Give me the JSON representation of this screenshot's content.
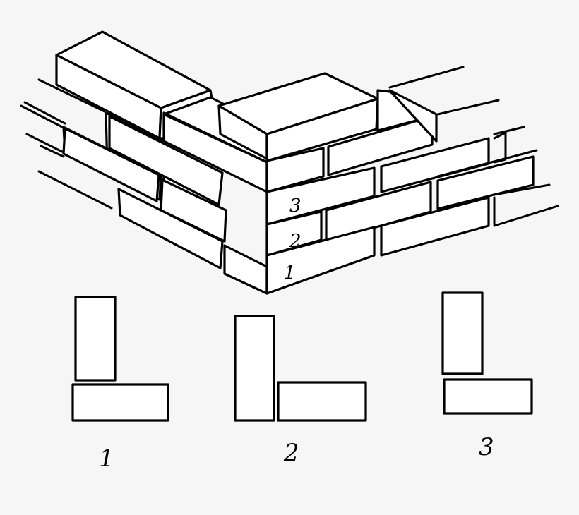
{
  "diagram": {
    "title": "",
    "subject": "brick corner bonding, isometric view with three courses and plan views",
    "colors": {
      "background": "#f6f6f6",
      "brick_fill": "#ffffff",
      "outline": "#000000"
    },
    "isometric_course_labels": [
      "3",
      "2",
      "1"
    ],
    "plan_views": [
      {
        "id": "plan-1",
        "caption": "1",
        "description": "vertical brick on top of horizontal brick, aligned left"
      },
      {
        "id": "plan-2",
        "caption": "2",
        "description": "vertical brick standing beside horizontal brick"
      },
      {
        "id": "plan-3",
        "caption": "3",
        "description": "vertical brick above horizontal brick, aligned left"
      }
    ]
  }
}
